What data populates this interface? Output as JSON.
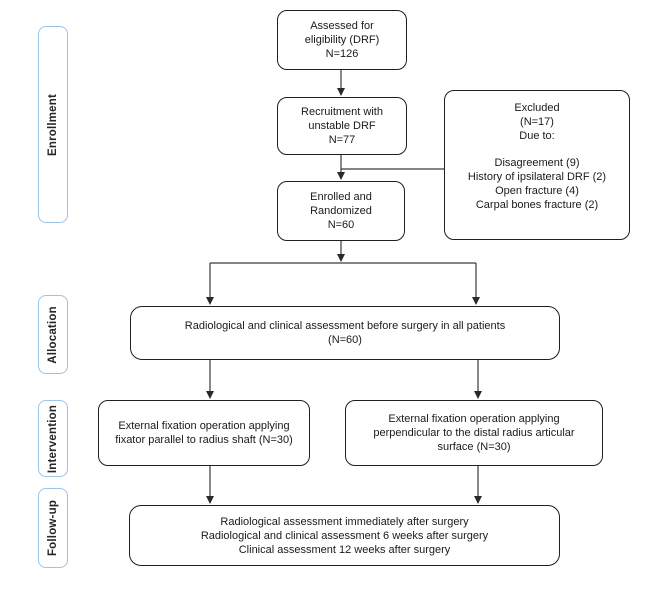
{
  "palette": {
    "background": "#ffffff",
    "box_border": "#1f1f1f",
    "stage_border": "#9dc3e6",
    "text": "#1a1a1a",
    "connector": "#3a3a3a"
  },
  "stages": {
    "enrollment": "Enrollment",
    "allocation": "Allocation",
    "intervention": "Intervention",
    "followup": "Follow-up"
  },
  "boxes": {
    "assessed": {
      "lines": [
        "Assessed for",
        "eligibility (DRF)",
        "N=126"
      ]
    },
    "recruitment": {
      "lines": [
        "Recruitment with",
        "unstable DRF",
        "N=77"
      ]
    },
    "excluded": {
      "header": [
        "Excluded",
        "(N=17)",
        "Due to:"
      ],
      "reasons": [
        "Disagreement (9)",
        "History of ipsilateral DRF (2)",
        "Open fracture (4)",
        "Carpal bones fracture (2)"
      ]
    },
    "enrolled": {
      "lines": [
        "Enrolled and",
        "Randomized",
        "N=60"
      ]
    },
    "assessment_before": {
      "lines": [
        "Radiological and clinical assessment before surgery in all patients",
        "(N=60)"
      ]
    },
    "intervention_left": {
      "lines": [
        "External fixation operation applying",
        "fixator parallel to radius shaft (N=30)"
      ]
    },
    "intervention_right": {
      "lines": [
        "External fixation operation applying",
        "perpendicular to the distal radius articular",
        "surface (N=30)"
      ]
    },
    "followup": {
      "lines": [
        "Radiological assessment immediately after surgery",
        "Radiological and clinical assessment 6 weeks after surgery",
        "Clinical assessment 12 weeks after surgery"
      ]
    }
  }
}
